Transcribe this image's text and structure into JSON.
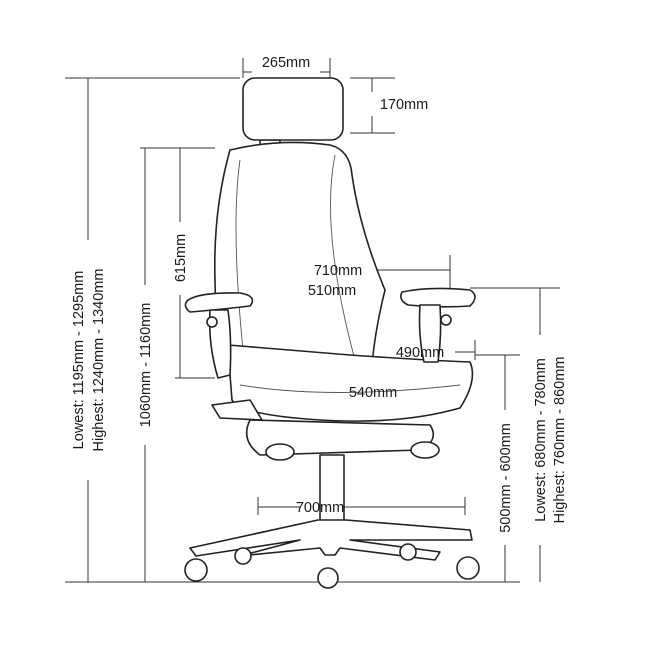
{
  "dimensions": {
    "headrest_width": "265mm",
    "headrest_height": "170mm",
    "overall_width": "710mm",
    "back_width": "510mm",
    "backrest_height": "615mm",
    "seat_depth": "490mm",
    "seat_width": "540mm",
    "base_diameter": "700mm",
    "height_without_headrest": "1060mm - 1160mm",
    "overall_height_lowest": "Lowest: 1195mm - 1295mm",
    "overall_height_highest": "Highest: 1240mm - 1340mm",
    "seat_height": "500mm - 600mm",
    "arm_height_lowest": "Lowest: 680mm - 780mm",
    "arm_height_highest": "Highest: 760mm - 860mm"
  }
}
